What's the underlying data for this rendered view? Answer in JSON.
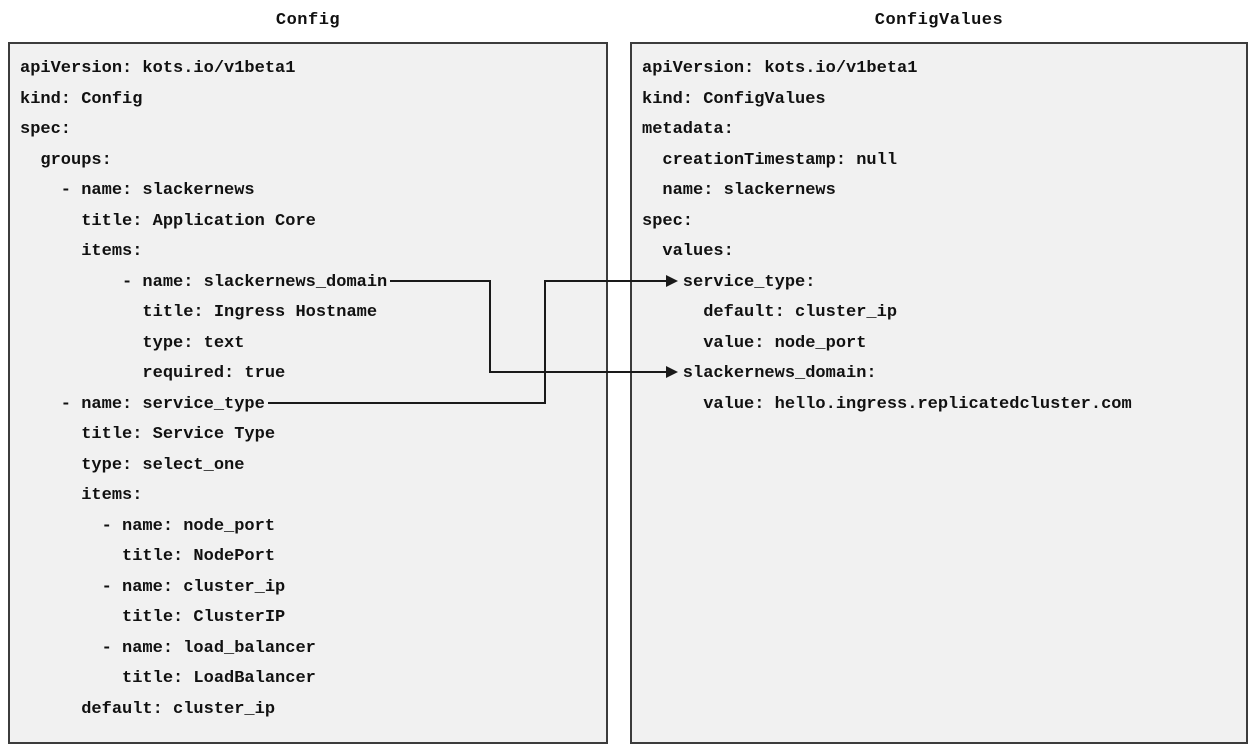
{
  "diagram": {
    "left_panel": {
      "title": "Config",
      "code_lines": [
        "apiVersion: kots.io/v1beta1",
        "kind: Config",
        "spec:",
        "  groups:",
        "    - name: slackernews",
        "      title: Application Core",
        "      items:",
        "          - name: slackernews_domain",
        "            title: Ingress Hostname",
        "            type: text",
        "            required: true",
        "    - name: service_type",
        "      title: Service Type",
        "      type: select_one",
        "      items:",
        "        - name: node_port",
        "          title: NodePort",
        "        - name: cluster_ip",
        "          title: ClusterIP",
        "        - name: load_balancer",
        "          title: LoadBalancer",
        "      default: cluster_ip"
      ]
    },
    "right_panel": {
      "title": "ConfigValues",
      "code_lines": [
        "apiVersion: kots.io/v1beta1",
        "kind: ConfigValues",
        "metadata:",
        "  creationTimestamp: null",
        "  name: slackernews",
        "spec:",
        "  values:",
        "    service_type:",
        "      default: cluster_ip",
        "      value: node_port",
        "    slackernews_domain:",
        "      value: hello.ingress.replicatedcluster.com"
      ]
    },
    "connections": [
      {
        "from": "slackernews_domain (Config)",
        "to": "slackernews_domain (ConfigValues)"
      },
      {
        "from": "service_type (Config)",
        "to": "service_type (ConfigValues)"
      }
    ],
    "colors": {
      "page_background": "#ffffff",
      "box_background": "#f1f1f1",
      "box_border": "#3c3c3c",
      "text": "#111111",
      "connector": "#1a1a1a"
    }
  }
}
